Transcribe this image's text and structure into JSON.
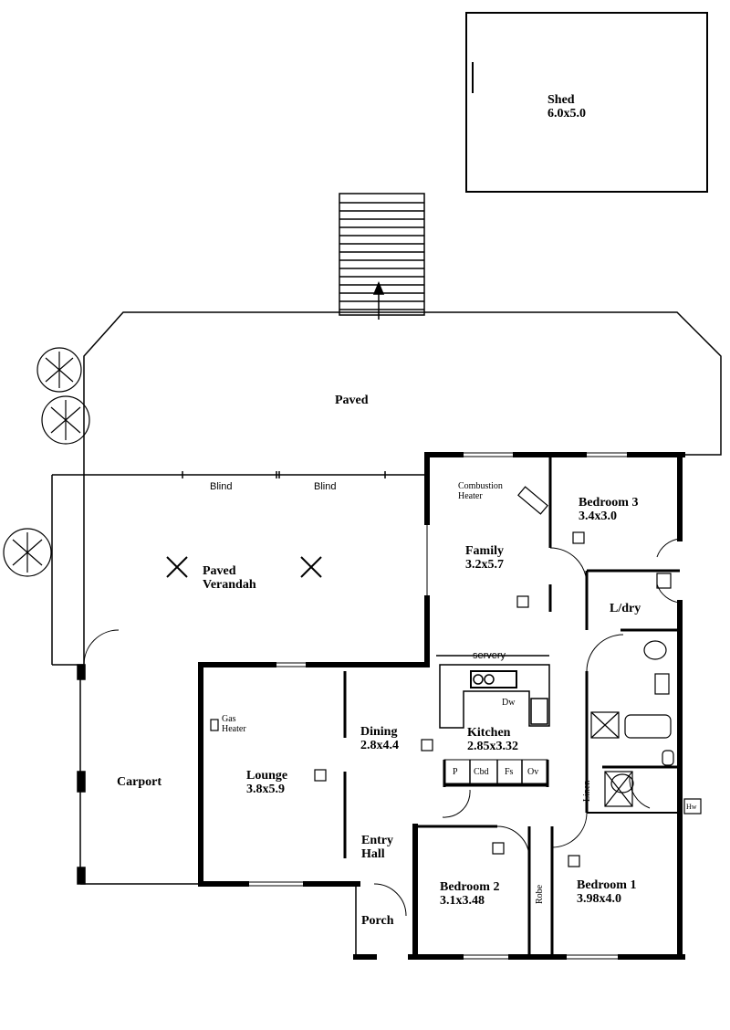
{
  "rooms": {
    "shed": {
      "name": "Shed",
      "size": "6.0x5.0"
    },
    "paved": {
      "name": "Paved"
    },
    "verandah": {
      "name": "Paved",
      "name2": "Verandah"
    },
    "family": {
      "name": "Family",
      "size": "3.2x5.7"
    },
    "bedroom3": {
      "name": "Bedroom 3",
      "size": "3.4x3.0"
    },
    "laundry": {
      "name": "L/dry"
    },
    "dining": {
      "name": "Dining",
      "size": "2.8x4.4"
    },
    "kitchen": {
      "name": "Kitchen",
      "size": "2.85x3.32"
    },
    "lounge": {
      "name": "Lounge",
      "size": "3.8x5.9"
    },
    "carport": {
      "name": "Carport"
    },
    "entry": {
      "name": "Entry",
      "name2": "Hall"
    },
    "porch": {
      "name": "Porch"
    },
    "bedroom2": {
      "name": "Bedroom 2",
      "size": "3.1x3.48"
    },
    "bedroom1": {
      "name": "Bedroom 1",
      "size": "3.98x4.0"
    }
  },
  "annotations": {
    "blind1": "Blind",
    "blind2": "Blind",
    "combustion_heater": [
      "Combustion",
      "Heater"
    ],
    "gas_heater": [
      "Gas",
      "Heater"
    ],
    "servery": "servery",
    "dishwasher": "Dw",
    "pantry": "P",
    "cupboard": "Cbd",
    "fridge": "Fs",
    "oven": "Ov",
    "linen": "Linen",
    "robe": "Robe",
    "hot_water": "Hw"
  }
}
